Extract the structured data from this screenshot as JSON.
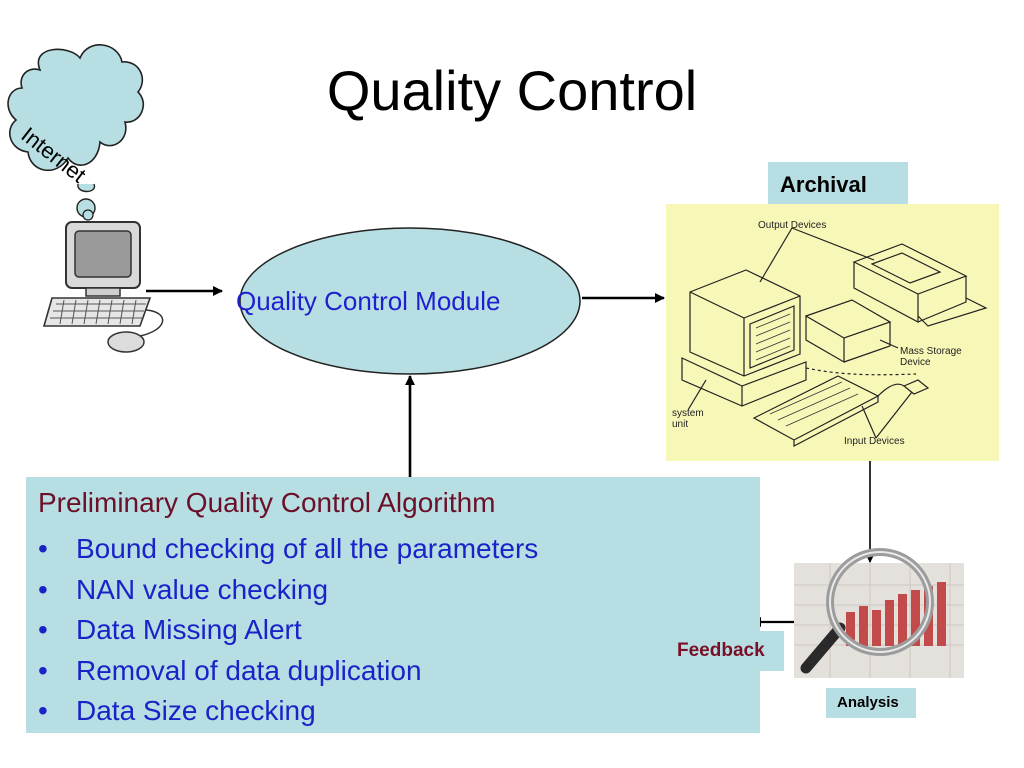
{
  "title": "Quality Control",
  "internet": {
    "label": "Internet"
  },
  "module": {
    "label": "Quality Control Module"
  },
  "archival": {
    "label": "Archival",
    "labels": {
      "output_devices": "Output Devices",
      "mass_storage": "Mass Storage",
      "device": "Device",
      "system": "system",
      "unit": "unit",
      "input_devices": "Input Devices"
    }
  },
  "algorithm": {
    "title": "Preliminary Quality Control Algorithm",
    "bullet": "•",
    "items": [
      "Bound checking of all the parameters",
      "NAN value checking",
      "Data Missing Alert",
      "Removal of data duplication",
      "Data Size checking"
    ]
  },
  "feedback": {
    "label": "Feedback"
  },
  "analysis": {
    "label": "Analysis"
  },
  "colors": {
    "box_fill": "#b7dfe3",
    "archive_fill": "#f7f8b8",
    "module_text": "#1f1fd0",
    "algo_title": "#6b1028",
    "algo_items": "#1a22c8",
    "feedback_text": "#7a1028"
  }
}
